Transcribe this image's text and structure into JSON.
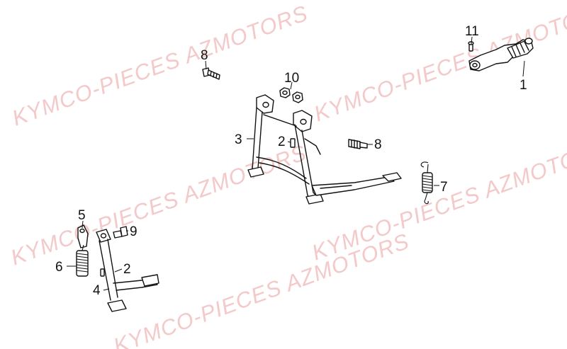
{
  "watermarks": [
    "KYMCO-PIECES AZMOTORS",
    "KYMCO-PIECES AZMOTORS",
    "KYMCO-PIECES AZMOTOR",
    "KYMCO-PIECES AZMOTORS",
    "KYMCO-PIECES AZMOTORS"
  ],
  "callouts": {
    "c1": "1",
    "c2a": "2",
    "c2b": "2",
    "c3": "3",
    "c4": "4",
    "c5": "5",
    "c6": "6",
    "c7": "7",
    "c8a": "8",
    "c8b": "8",
    "c9": "9",
    "c10": "10",
    "c11": "11"
  }
}
